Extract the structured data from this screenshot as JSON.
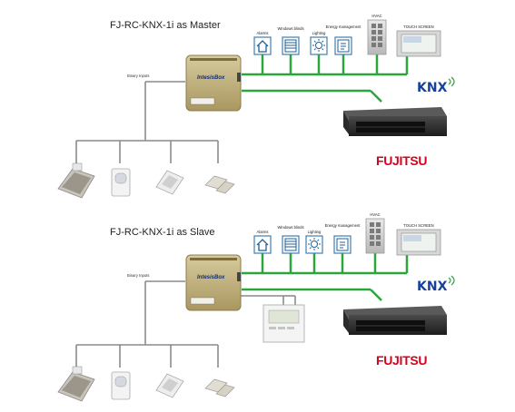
{
  "colors": {
    "bus_green": "#2aa63d",
    "line_gray": "#8a8a8a",
    "knx_blue": "#17409a",
    "fujitsu_red": "#d8001b",
    "icon_border": "#3f7eb5",
    "gateway_tan": "#b9aa78"
  },
  "sections": [
    {
      "title": "FJ-RC-KNX-1i as Master",
      "binary_inputs_label": "Binary Inputs",
      "gateway_brand": "IntesisBox",
      "knx_devices": [
        {
          "label": "Alarms",
          "icon": "house-alarm-icon"
        },
        {
          "label": "Windows blinds",
          "icon": "window-blinds-icon"
        },
        {
          "label": "Lighting",
          "icon": "light-bulb-icon"
        },
        {
          "label": "Energy management",
          "icon": "energy-meter-icon"
        },
        {
          "label": "HVAC",
          "icon": "hvac-panel-icon"
        },
        {
          "label": "TOUCH SCREEN",
          "icon": "touch-screen-icon"
        }
      ],
      "knx_logo": "KNX",
      "brand_logo": "FUJITSU",
      "binary_devices": [
        "key-card-switch-icon",
        "motion-sensor-icon",
        "wall-switch-icon",
        "door-contact-icon"
      ]
    },
    {
      "title": "FJ-RC-KNX-1i as Slave",
      "binary_inputs_label": "Binary Inputs",
      "gateway_brand": "IntesisBox",
      "knx_devices": [
        {
          "label": "Alarms",
          "icon": "house-alarm-icon"
        },
        {
          "label": "Windows blinds",
          "icon": "window-blinds-icon"
        },
        {
          "label": "Lighting",
          "icon": "light-bulb-icon"
        },
        {
          "label": "Energy management",
          "icon": "energy-meter-icon"
        },
        {
          "label": "HVAC",
          "icon": "hvac-panel-icon"
        },
        {
          "label": "TOUCH SCREEN",
          "icon": "touch-screen-icon"
        }
      ],
      "knx_logo": "KNX",
      "brand_logo": "FUJITSU",
      "has_wired_remote": true,
      "binary_devices": [
        "key-card-switch-icon",
        "motion-sensor-icon",
        "wall-switch-icon",
        "door-contact-icon"
      ]
    }
  ]
}
